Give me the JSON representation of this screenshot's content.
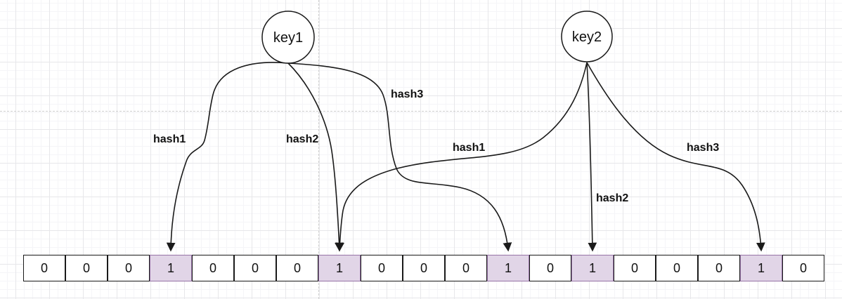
{
  "diagram_type": "bloom-filter",
  "keys": [
    {
      "id": "key1",
      "label": "key1"
    },
    {
      "id": "key2",
      "label": "key2"
    }
  ],
  "hash_arrows": [
    {
      "key": "key1",
      "label": "hash1",
      "target_index": 3
    },
    {
      "key": "key1",
      "label": "hash2",
      "target_index": 7
    },
    {
      "key": "key1",
      "label": "hash3",
      "target_index": 11
    },
    {
      "key": "key2",
      "label": "hash1",
      "target_index": 7
    },
    {
      "key": "key2",
      "label": "hash2",
      "target_index": 13
    },
    {
      "key": "key2",
      "label": "hash3",
      "target_index": 17
    }
  ],
  "bit_array": {
    "bits": [
      "0",
      "0",
      "0",
      "1",
      "0",
      "0",
      "0",
      "1",
      "0",
      "0",
      "0",
      "1",
      "0",
      "1",
      "0",
      "0",
      "0",
      "1",
      "0"
    ],
    "set_indices": [
      3,
      7,
      11,
      13,
      17
    ]
  },
  "colors": {
    "set_cell_fill": "#e1d5e7",
    "set_cell_border": "#9673a6",
    "cell_fill": "#ffffff",
    "cell_border": "#1a1a1a",
    "line": "#1a1a1a",
    "label_text": "#111111"
  }
}
